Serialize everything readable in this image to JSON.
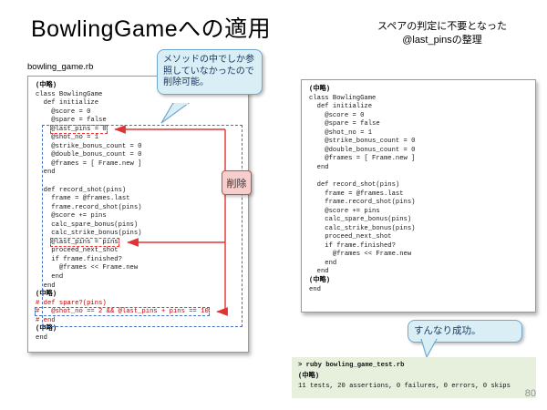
{
  "slide": {
    "title": "BowlingGameへの適用",
    "subtitle": [
      "スペアの判定に不要となった",
      "@last_pinsの整理"
    ],
    "page_number": "80"
  },
  "callouts": {
    "delete_note": "メソッドの中でしか参照していなかったので削除可能。",
    "delete_label": "削除",
    "success_note": "すんなり成功。"
  },
  "left_code": {
    "filename": "bowling_game.rb",
    "lines": [
      {
        "t": "(中略)",
        "s": "omit"
      },
      {
        "t": "class BowlingGame"
      },
      {
        "t": "  def initialize"
      },
      {
        "t": "    @score = 0"
      },
      {
        "t": "    @spare = false"
      },
      {
        "t": "    @last_pins = 0",
        "s": "hl-red"
      },
      {
        "t": "    @shot_no = 1"
      },
      {
        "t": "    @strike_bonus_count = 0"
      },
      {
        "t": "    @double_bonus_count = 0"
      },
      {
        "t": "    @frames = [ Frame.new ]"
      },
      {
        "t": "  end"
      },
      {
        "t": ""
      },
      {
        "t": "  def record_shot(pins)"
      },
      {
        "t": "    frame = @frames.last"
      },
      {
        "t": "    frame.record_shot(pins)"
      },
      {
        "t": "    @score += pins"
      },
      {
        "t": "    calc_spare_bonus(pins)"
      },
      {
        "t": "    calc_strike_bonus(pins)"
      },
      {
        "t": "    @last_pins = pins",
        "s": "hl-red"
      },
      {
        "t": "    proceed_next_shot"
      },
      {
        "t": "    if frame.finished?"
      },
      {
        "t": "      @frames << Frame.new"
      },
      {
        "t": "    end"
      },
      {
        "t": "  end"
      },
      {
        "t": "(中略)",
        "s": "omit"
      },
      {
        "t": "# def spare?(pins)",
        "s": "comment"
      },
      {
        "t": "#   @shot_no == 2 && @last_pins + pins == 10",
        "s": "comment hl-blue"
      },
      {
        "t": "# end",
        "s": "comment"
      },
      {
        "t": "(中略)",
        "s": "omit"
      },
      {
        "t": "end"
      }
    ]
  },
  "right_code": {
    "lines": [
      {
        "t": "(中略)",
        "s": "omit"
      },
      {
        "t": "class BowlingGame"
      },
      {
        "t": "  def initialize"
      },
      {
        "t": "    @score = 0"
      },
      {
        "t": "    @spare = false"
      },
      {
        "t": "    @shot_no = 1"
      },
      {
        "t": "    @strike_bonus_count = 0"
      },
      {
        "t": "    @double_bonus_count = 0"
      },
      {
        "t": "    @frames = [ Frame.new ]"
      },
      {
        "t": "  end"
      },
      {
        "t": ""
      },
      {
        "t": "  def record_shot(pins)"
      },
      {
        "t": "    frame = @frames.last"
      },
      {
        "t": "    frame.record_shot(pins)"
      },
      {
        "t": "    @score += pins"
      },
      {
        "t": "    calc_spare_bonus(pins)"
      },
      {
        "t": "    calc_strike_bonus(pins)"
      },
      {
        "t": "    proceed_next_shot"
      },
      {
        "t": "    if frame.finished?"
      },
      {
        "t": "      @frames << Frame.new"
      },
      {
        "t": "    end"
      },
      {
        "t": "  end"
      },
      {
        "t": "(中略)",
        "s": "omit"
      },
      {
        "t": "end"
      }
    ]
  },
  "terminal": {
    "lines": [
      {
        "t": "> ruby bowling_game_test.rb",
        "s": "bold"
      },
      {
        "t": "(中略)",
        "s": "omit"
      },
      {
        "t": "11 tests, 20 assertions, 0 failures, 0 errors, 0 skips"
      }
    ]
  },
  "colors": {
    "accent_blue": "#4472c4",
    "highlight_red": "#ee3333",
    "comment_red": "#c00000",
    "callout_bg": "#daeef6",
    "callout_border": "#6fa8cf",
    "delete_box_bg": "#f8cecc",
    "delete_box_border": "#b85450",
    "terminal_bg": "#e7f0dd"
  }
}
